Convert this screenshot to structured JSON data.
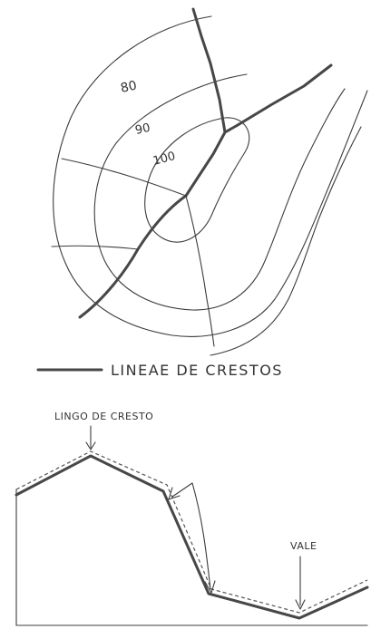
{
  "contour_labels": [
    "80",
    "90",
    "100"
  ],
  "legend": {
    "label": "LINEAE DE CRESTOS"
  },
  "profile": {
    "crest_label": "LINGO DE CRESTO",
    "valley_label": "VALE"
  }
}
